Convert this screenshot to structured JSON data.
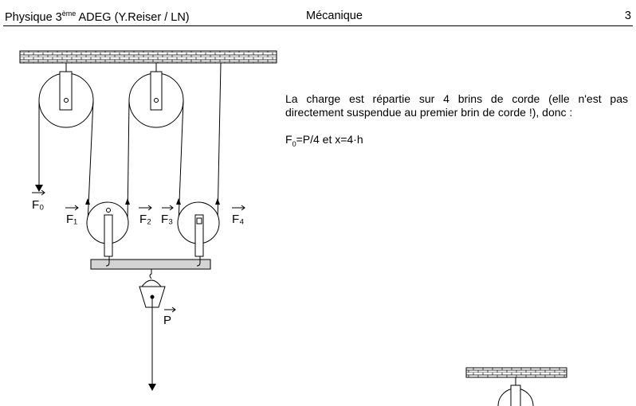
{
  "header": {
    "course_prefix": "Physique 3",
    "course_sup": "ème",
    "course_suffix": " ADEG (Y.Reiser / LN)",
    "section": "Mécanique",
    "page_number": "3"
  },
  "text": {
    "paragraph": "La charge est répartie sur 4 brins de corde (elle n'est pas directement suspendue au premier brin de corde !), donc :",
    "formula_prefix": "F",
    "formula_sub": "0",
    "formula_rest": "=P/4 et x=4·h"
  },
  "figure": {
    "labels": {
      "f0": "F₀",
      "f1": "F₁",
      "f2": "F₂",
      "f3": "F₃",
      "f4": "F₄",
      "p": "P"
    }
  }
}
